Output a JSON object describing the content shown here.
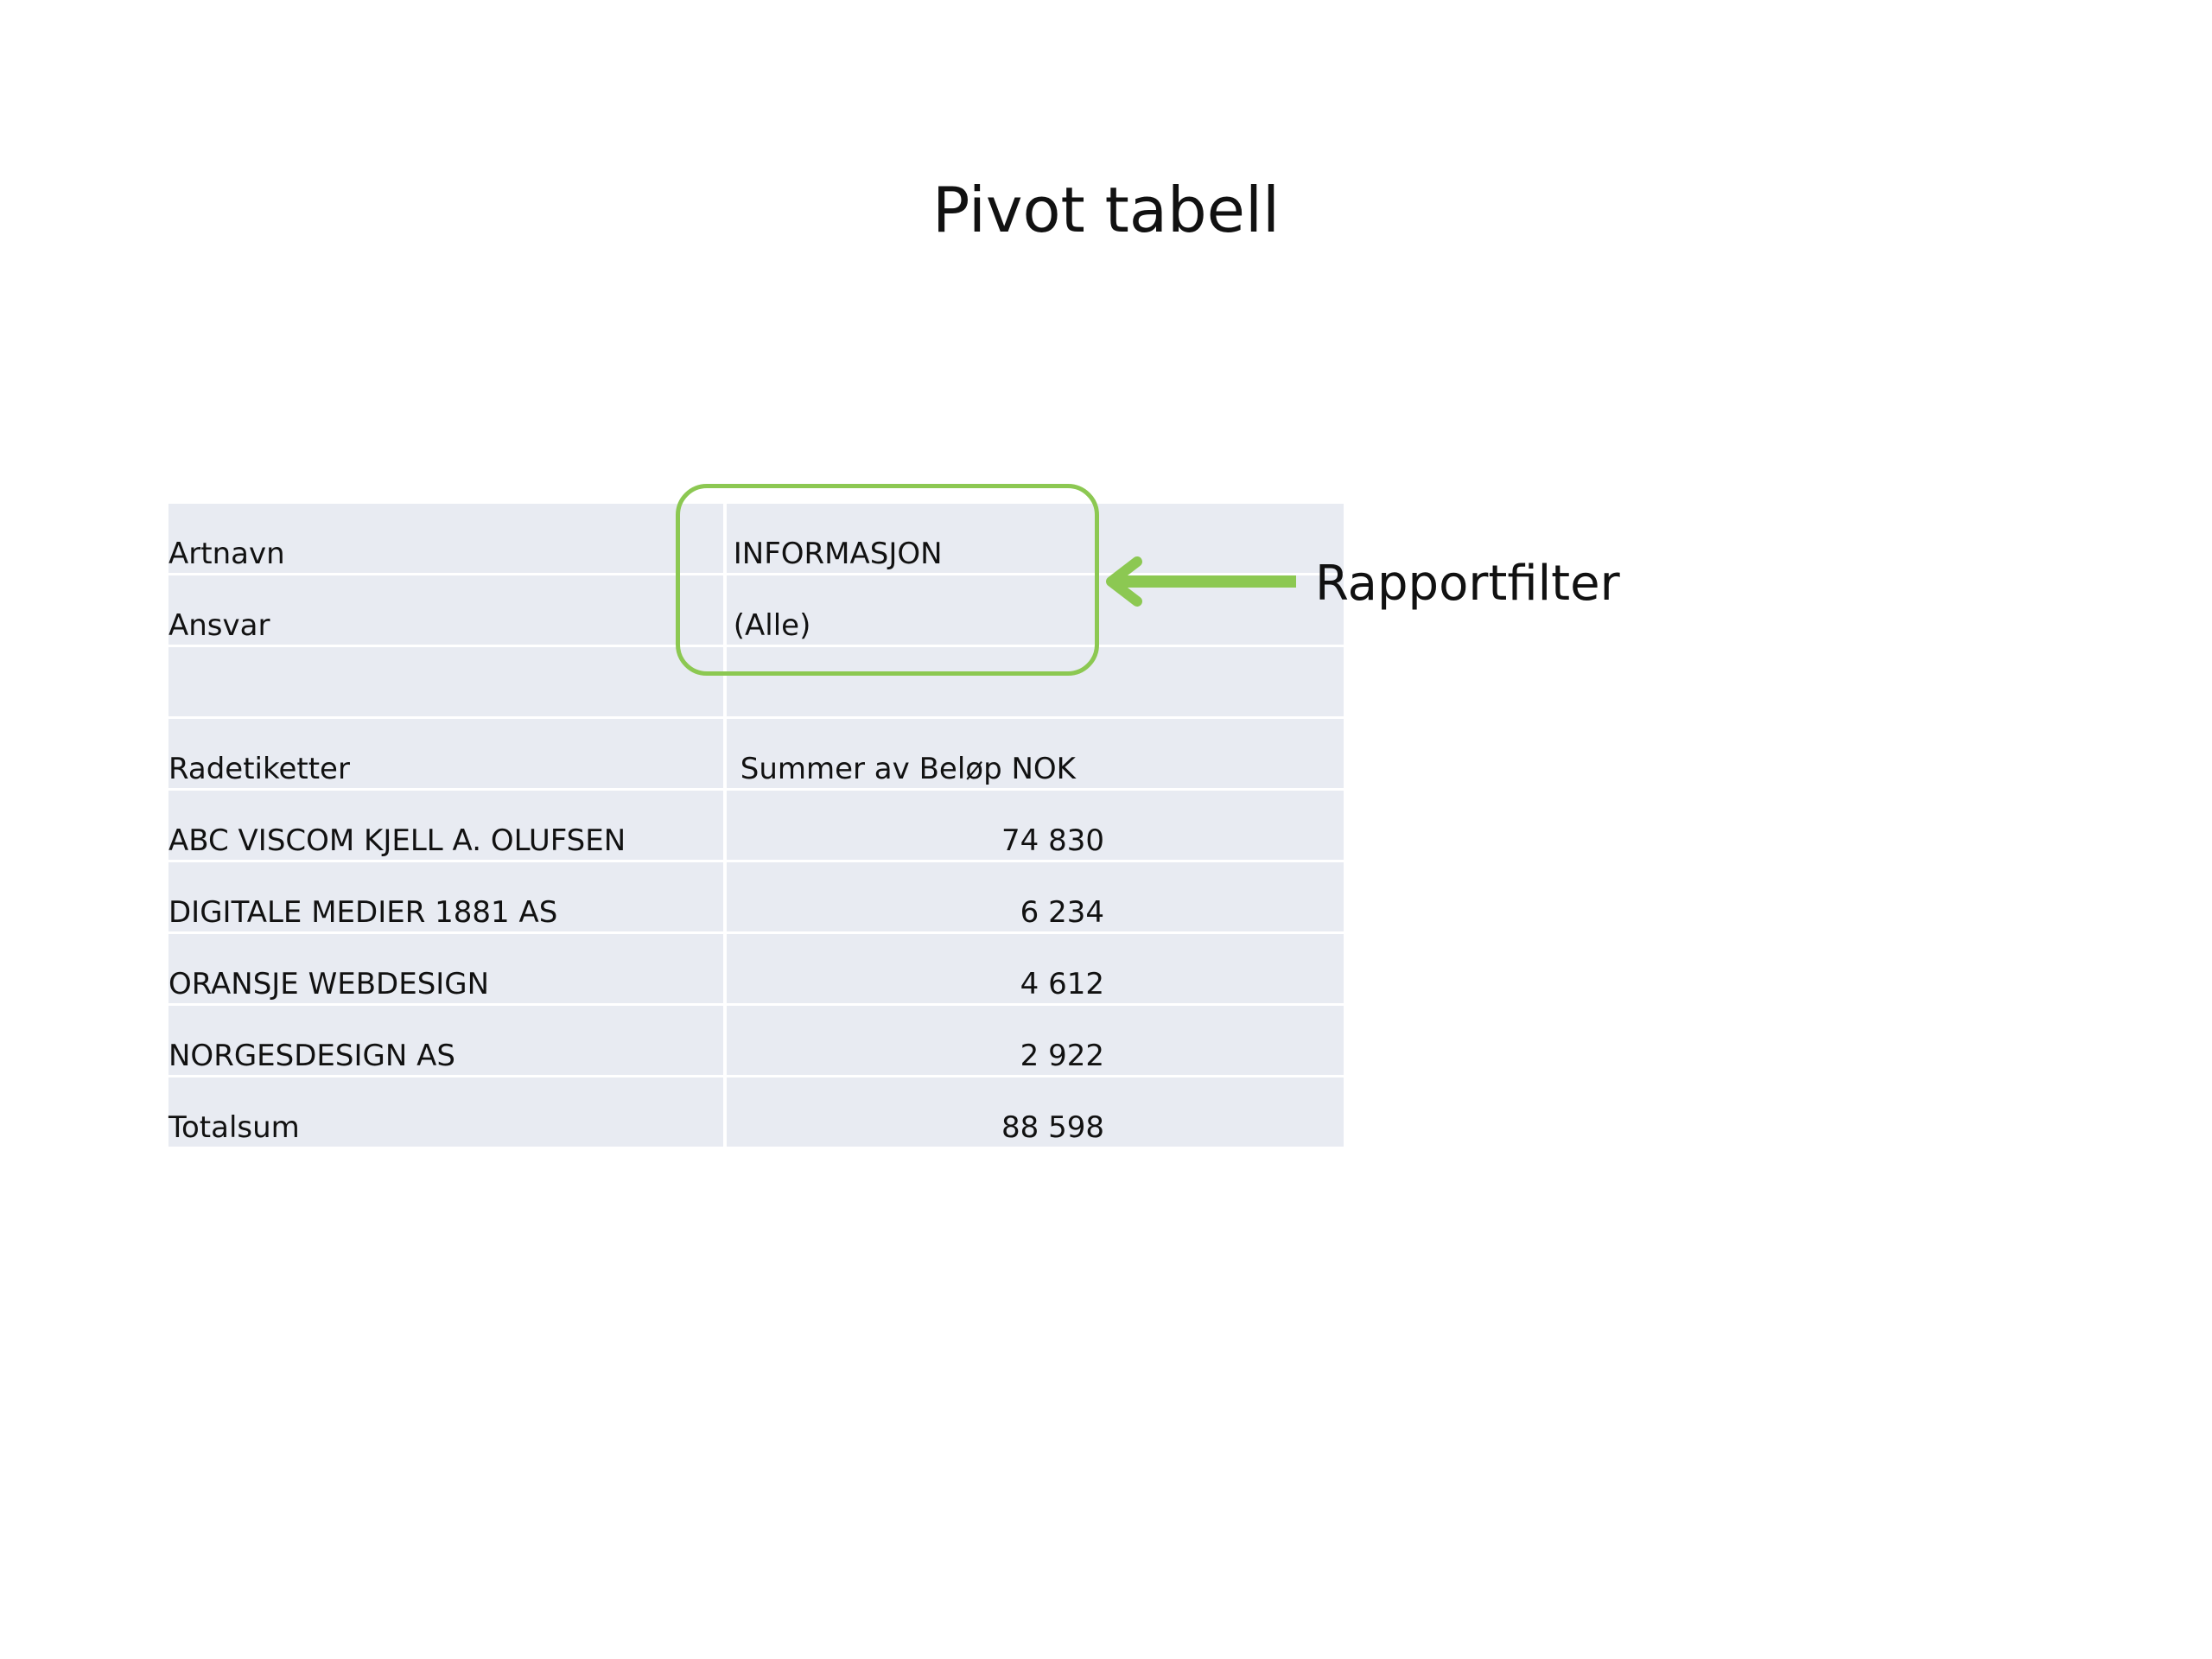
{
  "slide": {
    "title": "Pivot tabell"
  },
  "report_filters": [
    {
      "field": "Artnavn",
      "value": "INFORMASJON"
    },
    {
      "field": "Ansvar",
      "value": "(Alle)"
    }
  ],
  "pivot": {
    "row_labels_header": "Radetiketter",
    "value_header": "Summer av Beløp NOK",
    "rows": [
      {
        "label": "ABC VISCOM KJELL A. OLUFSEN",
        "value": "74 830"
      },
      {
        "label": "DIGITALE MEDIER 1881 AS",
        "value": "6 234"
      },
      {
        "label": "ORANSJE WEBDESIGN",
        "value": "4 612"
      },
      {
        "label": "NORGESDESIGN AS",
        "value": "2 922"
      }
    ],
    "total_label": "Totalsum",
    "total_value": "88 598"
  },
  "callout": {
    "label": "Rapportfilter",
    "color": "#8cc852"
  },
  "colors": {
    "table_fill": "#e8ebf2",
    "highlight": "#8cc852"
  }
}
